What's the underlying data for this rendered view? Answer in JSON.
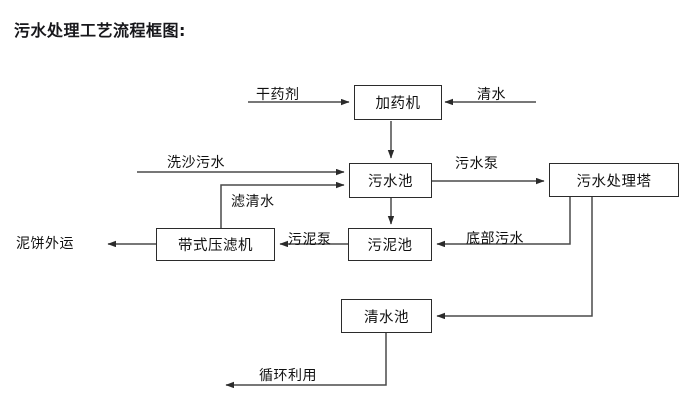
{
  "diagram": {
    "title": "污水处理工艺流程框图:",
    "stroke_color": "#2b2b2b",
    "text_color": "#111111",
    "background": "#ffffff",
    "nodes": [
      {
        "id": "dosing-machine",
        "label": "加药机"
      },
      {
        "id": "wastewater-pool",
        "label": "污水池"
      },
      {
        "id": "treatment-tower",
        "label": "污水处理塔"
      },
      {
        "id": "belt-filter-press",
        "label": "带式压滤机"
      },
      {
        "id": "sludge-pool",
        "label": "污泥池"
      },
      {
        "id": "clean-water-pool",
        "label": "清水池"
      }
    ],
    "terminals": [
      {
        "id": "dry-chemical",
        "label": "干药剂"
      },
      {
        "id": "clean-water-in",
        "label": "清水"
      },
      {
        "id": "sand-wash-water",
        "label": "洗沙污水"
      },
      {
        "id": "mud-cake-out",
        "label": "泥饼外运"
      }
    ],
    "edge_labels": [
      {
        "id": "filtrate",
        "label": "滤清水"
      },
      {
        "id": "wastewater-pump",
        "label": "污水泵"
      },
      {
        "id": "sludge-pump",
        "label": "污泥泵"
      },
      {
        "id": "bottom-sewage",
        "label": "底部污水"
      },
      {
        "id": "recycle-reuse",
        "label": "循环利用"
      }
    ]
  }
}
